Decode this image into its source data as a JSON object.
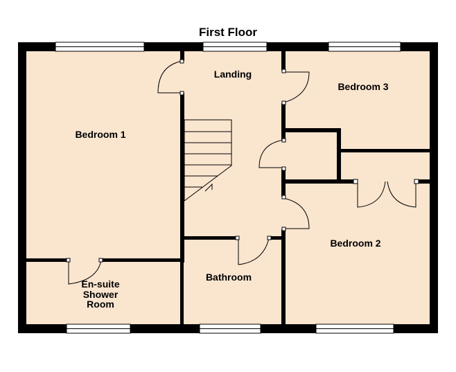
{
  "title": "First Floor",
  "rooms": {
    "bedroom1": "Bedroom 1",
    "landing": "Landing",
    "bedroom3": "Bedroom 3",
    "bedroom2": "Bedroom 2",
    "bathroom": "Bathroom",
    "ensuite_line1": "En-suite",
    "ensuite_line2": "Shower",
    "ensuite_line3": "Room"
  },
  "colors": {
    "floor": "#fae5cf",
    "wall": "#000000",
    "background": "#ffffff"
  }
}
